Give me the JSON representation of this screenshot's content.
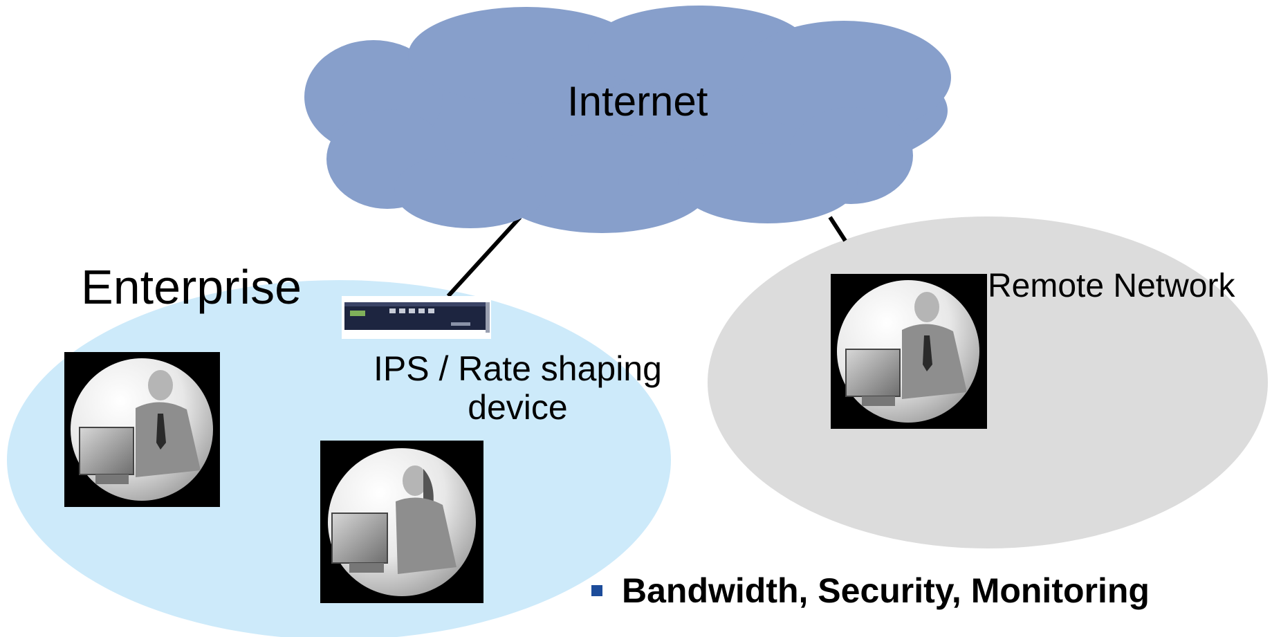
{
  "labels": {
    "cloud": "Internet",
    "enterprise": "Enterprise",
    "device_line1": "IPS / Rate shaping",
    "device_line2": "device",
    "remote": "Remote Network"
  },
  "bullet": {
    "text": "Bandwidth, Security, Monitoring"
  },
  "colors": {
    "cloud": "#879fcb",
    "enterprise_zone": "#cdeafa",
    "remote_zone": "#dcdcdc",
    "bullet": "#1c4c9a",
    "link": "#000000"
  },
  "icons": {
    "cloud": "cloud-icon",
    "device": "network-appliance-icon",
    "users": [
      "man-at-computer-icon",
      "woman-at-computer-icon",
      "man-at-computer-icon"
    ]
  }
}
